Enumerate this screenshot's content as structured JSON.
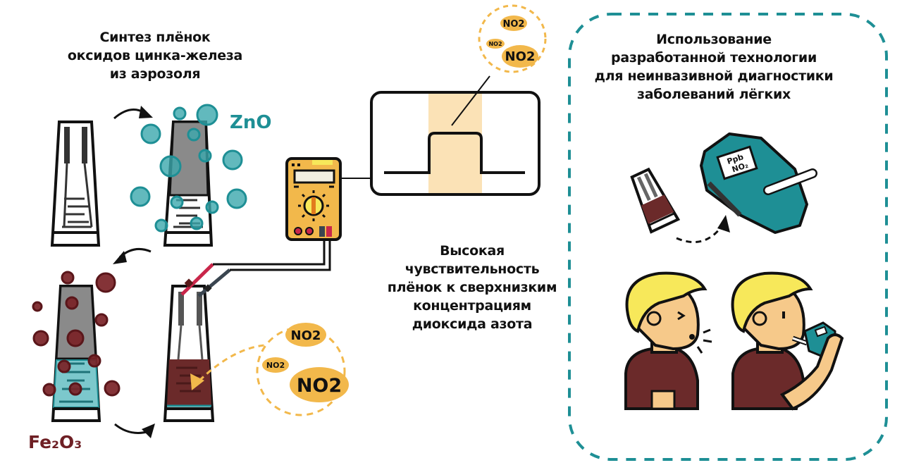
{
  "synthesis": {
    "title": "Синтез плёнок\nоксидов цинка-железа\nиз аэрозоля",
    "zno_label": "ZnO",
    "fe2o3_label": "Fe₂O₃"
  },
  "sensitivity": {
    "title": "Высокая\nчувствительность\nплёнок к сверхнизким\nконцентрациям\nдиоксида азота",
    "gas_label": "NO2"
  },
  "application": {
    "title": "Использование\nразработанной технологии\nдля неинвазивной диагностики\nзаболеваний лёгких",
    "device_screen_line1": "Ppb",
    "device_screen_line2": "NO₂"
  },
  "colors": {
    "teal": "#1e8f95",
    "maroon": "#6e1f24",
    "orange": "#f2b84b",
    "signal_band": "#fbe2b6",
    "gray_film": "#8a8a8a",
    "skin": "#f6c98a",
    "hair": "#f7e85a",
    "shirt": "#6b2a2a"
  }
}
